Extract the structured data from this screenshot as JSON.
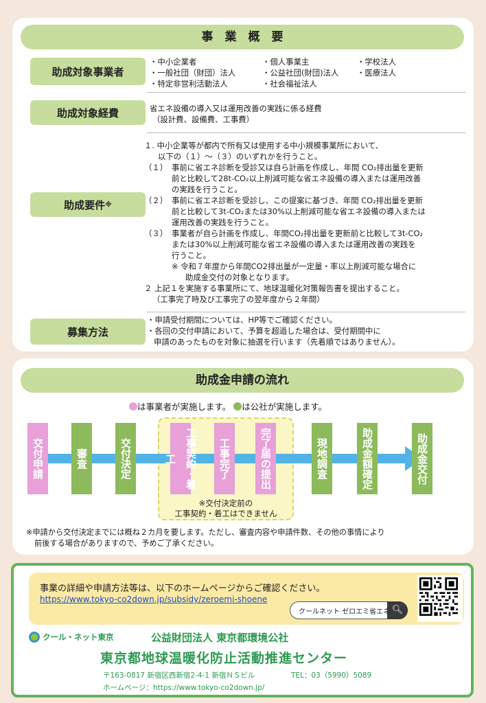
{
  "outline": {
    "title": "事　業　概　要",
    "rows": [
      {
        "label": "助成対象事業者",
        "cols": [
          [
            "・中小企業者",
            "・一般社団（財団）法人",
            "・特定非営利活動法人"
          ],
          [
            "・個人事業主",
            "・公益社団(財団)法人",
            "・社会福祉法人"
          ],
          [
            "・学校法人",
            "・医療法人"
          ]
        ]
      },
      {
        "label": "助成対象経費",
        "lines": [
          "省エネ設備の導入又は運用改善の実践に係る経費",
          "（設計費、設備費、工事費）"
        ]
      },
      {
        "label": "助成要件",
        "label_mark": "※",
        "lines": [
          "１. 中小企業等が都内で所有又は使用する中小規模事業所において、",
          "以下の（１）～（３）のいずれかを行うこと。",
          "（１）",
          "事前に省エネ診断を受診又は自ら計画を作成し、年間 CO₂排出量を更新",
          "前と比較して28t-CO₂以上削減可能な省エネ設備の導入または運用改善",
          "の実践を行うこと。",
          "（２）",
          "事前に省エネ診断を受診し、この提案に基づき、年間 CO₂排出量を更新",
          "前と比較して3t-CO₂または30%以上削減可能な省エネ設備の導入または",
          "運用改善の実践を行うこと。",
          "（３）",
          "事業者が自ら計画を作成し、年間CO₂排出量を更新前と比較して3t-CO₂",
          "または30%以上削減可能な省エネ設備の導入または運用改善の実践を",
          "行うこと。",
          "※ 令和７年度から年間CO2排出量が一定量・率以上削減可能な場合に",
          "助成金交付の対象となります。",
          "２ 上記１を実施する事業所にて、地球温暖化対策報告書を提出すること。",
          "（工事完了時及び工事完了の翌年度から２年間）"
        ]
      },
      {
        "label": "募集方法",
        "lines": [
          "・申請受付期間については、HP等でご確認ください。",
          "・各回の交付申請において、予算を超過した場合は、受付期間中に",
          "申請のあったものを対象に抽選を行います（先着順ではありません）。"
        ]
      }
    ]
  },
  "flow": {
    "title": "助成金申請の流れ",
    "legend_pink": "は事業者が実施します。",
    "legend_green": "は公社が実施します。",
    "steps": [
      "交付申請",
      "審査",
      "交付決定",
      "工事契約・着工",
      "工事完了",
      "完了届の提出",
      "現地調査",
      "助成金額確定",
      "助成金交付"
    ],
    "note_inner_1": "※交付決定前の",
    "note_inner_2": "工事契約・着工はできません",
    "note_1": "※申請から交付決定までには概ね２カ月を要します。ただし、審査内容や申請件数、その他の事情により",
    "note_2": "前後する場合がありますので、予めご了承ください。",
    "colors": {
      "pink": "#e7a0d8",
      "green": "#8cba5c",
      "arrow": "#52b3e6",
      "highlight": "#fbf6c6"
    }
  },
  "footer": {
    "info_text": "事業の詳細や申請方法等は、以下のホームページからご確認ください。",
    "info_url": "https://www.tokyo-co2down.jp/subsidy/zeroemi-shoene",
    "search_text": "クールネット ゼロエミ省エネ",
    "logo_text": "クール・ネット東京",
    "org_line1": "公益財団法人 東京都環境公社",
    "org_line2": "東京都地球温暖化防止活動推進センター",
    "address": "〒163-0817 新宿区西新宿2-4-1 新宿ＮＳビル",
    "tel": "TEL：03（5990）5089",
    "homepage": "ホームページ：https://www.tokyo-co2down.jp/"
  }
}
